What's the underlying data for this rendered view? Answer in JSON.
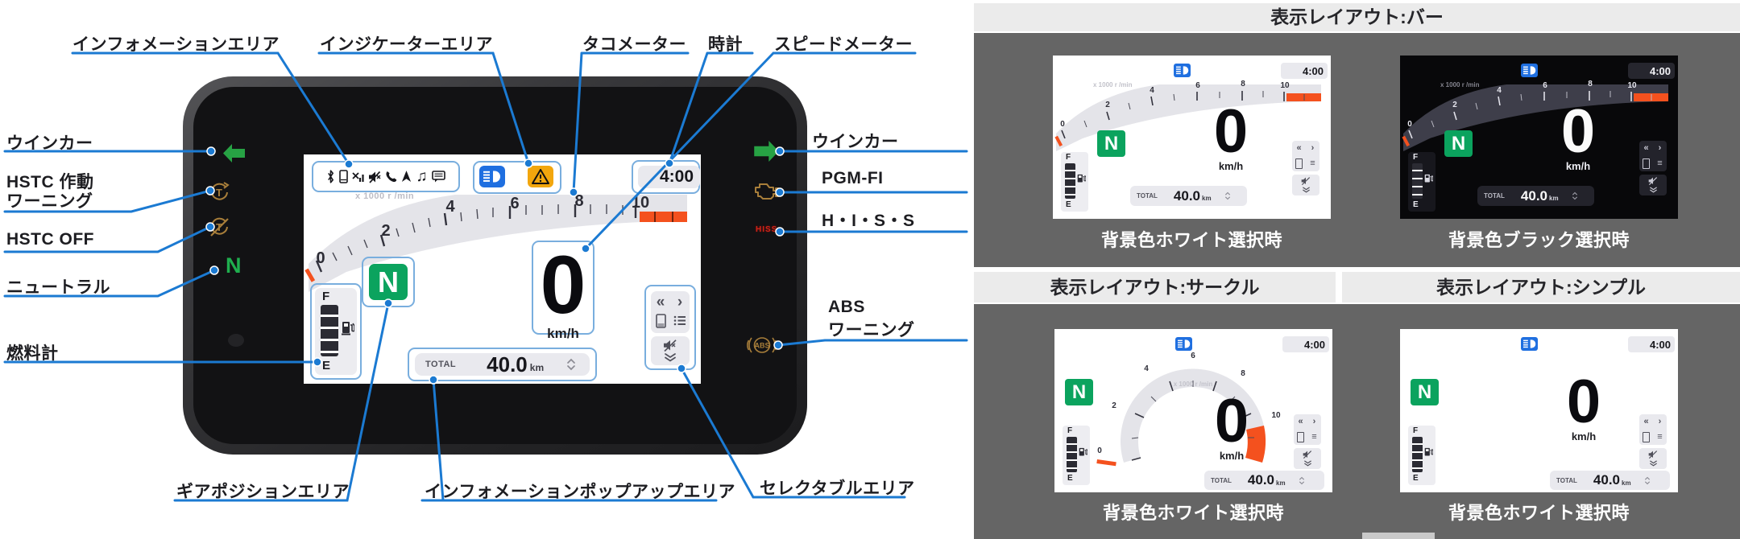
{
  "meter_diagram": {
    "callouts": {
      "info_area": "インフォメーションエリア",
      "indicator_area": "インジケーターエリア",
      "tachometer": "タコメーター",
      "clock": "時計",
      "speedometer": "スピードメーター",
      "winker_left": "ウインカー",
      "hstc_warning_line1": "HSTC 作動",
      "hstc_warning_line2": "ワーニング",
      "hstc_off": "HSTC OFF",
      "neutral": "ニュートラル",
      "fuel_gauge": "燃料計",
      "winker_right": "ウインカー",
      "pgm_fi": "PGM-FI",
      "hiss": "H・I・S・S",
      "abs_line1": "ABS",
      "abs_line2": "ワーニング",
      "gear_position_area": "ギアポジションエリア",
      "info_popup_area": "インフォメーションポップアップエリア",
      "selectable_area": "セレクタブルエリア"
    },
    "bezel": {
      "hiss_badge": "HISS",
      "abs_badge": "ABS"
    },
    "display": {
      "clock": "4:00",
      "tach_unit": "x 1000 r /min",
      "tach_numbers": [
        "0",
        "2",
        "4",
        "6",
        "8",
        "10"
      ],
      "tach_redline_start": 10,
      "speed": "0",
      "speed_unit": "km/h",
      "gear": "N",
      "fuel_full": "F",
      "fuel_empty": "E",
      "odo_label": "TOTAL",
      "odo_value": "40.0",
      "odo_unit": "km"
    }
  },
  "layout_panels": {
    "bar": {
      "title": "表示レイアウト:バー",
      "caption_white": "背景色ホワイト選択時",
      "caption_black": "背景色ブラック選択時"
    },
    "circle": {
      "title": "表示レイアウト:サークル",
      "caption_white": "背景色ホワイト選択時"
    },
    "simple": {
      "title": "表示レイアウト:シンプル",
      "caption_white": "背景色ホワイト選択時"
    }
  },
  "colors": {
    "accent_blue": "#1b7ad2",
    "callout_box_blue": "#79aede",
    "indicator_blue": "#1f6fe0",
    "warning_amber": "#f2a60d",
    "gear_green": "#0ba35e",
    "arrow_green": "#27a244",
    "redzone_orange": "#f4511e",
    "bezel_amber": "#a87e3a",
    "hiss_red": "#cf2218",
    "header_gray": "#ebebeb",
    "panel_gray": "#656565"
  }
}
